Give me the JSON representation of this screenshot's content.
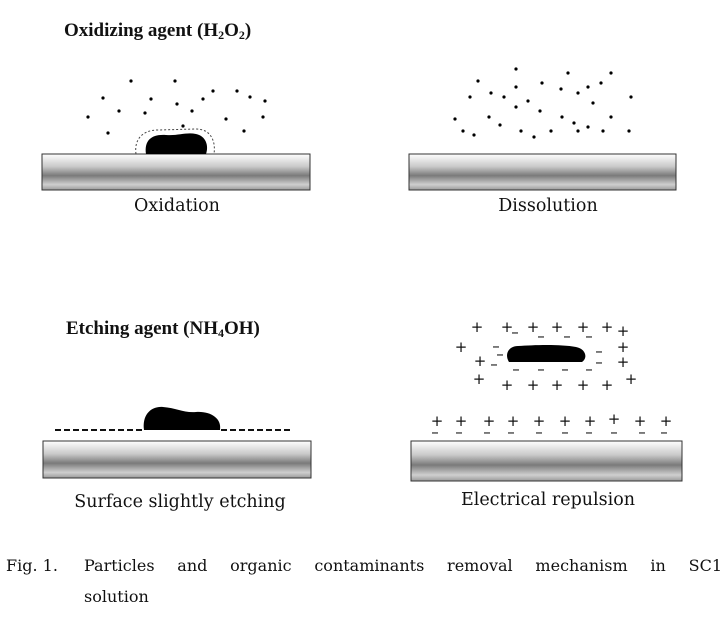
{
  "panels": {
    "top_left": {
      "heading": {
        "prefix": "Oxidizing agent (H",
        "sub1": "2",
        "mid": "O",
        "sub2": "2",
        "suffix": ")"
      },
      "label": "Oxidation"
    },
    "top_right": {
      "label": "Dissolution"
    },
    "bottom_left": {
      "heading": {
        "prefix": "Etching agent (NH",
        "sub1": "4",
        "suffix": "OH)"
      },
      "label": "Surface slightly etching"
    },
    "bottom_right": {
      "label": "Electrical repulsion"
    }
  },
  "caption": {
    "number": "Fig. 1.",
    "text_line1": "Particles and organic contaminants removal mechanism in SC1",
    "text_line2": "solution"
  },
  "charges": {
    "positive": "+",
    "negative": "–"
  }
}
